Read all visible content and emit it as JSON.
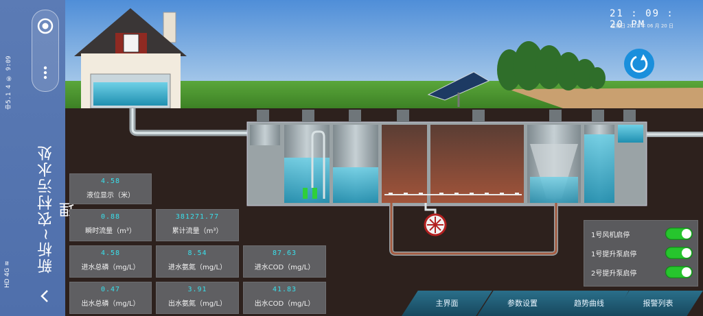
{
  "sidebar": {
    "title": "新析~农村污水处理",
    "status_text": "中5.1 4 ⑥ 9:09",
    "status_icons_text": "HD 4G ≋"
  },
  "clock": {
    "time": "21 : 09 : 20  PM",
    "date": "星期日    2021 年 06 月 20 日"
  },
  "readouts": [
    {
      "value": "4.58",
      "label": "液位显示（米）"
    },
    {
      "value": "0.88",
      "label": "瞬时流量（m³）"
    },
    {
      "value": "381271.77",
      "label": "累计流量（m³）"
    },
    {
      "value": "4.58",
      "label": "进水总磷（mg/L）"
    },
    {
      "value": "8.54",
      "label": "进水氨氮（mg/L）"
    },
    {
      "value": "87.63",
      "label": "进水COD（mg/L）"
    },
    {
      "value": "0.47",
      "label": "出水总磷（mg/L）"
    },
    {
      "value": "3.91",
      "label": "出水氨氮（mg/L）"
    },
    {
      "value": "41.83",
      "label": "出水COD（mg/L）"
    }
  ],
  "controls": [
    {
      "label": "1号风机启停",
      "on": true
    },
    {
      "label": "1号提升泵启停",
      "on": true
    },
    {
      "label": "2号提升泵启停",
      "on": true
    }
  ],
  "nav": {
    "tabs": [
      {
        "label": "主界面"
      },
      {
        "label": "参数设置"
      },
      {
        "label": "趋势曲线"
      },
      {
        "label": "报警列表"
      }
    ]
  },
  "colors": {
    "accent_value": "#39e0ec",
    "toggle_on": "#26c52d",
    "sidebar_bg": "#5577b0",
    "refresh_button": "#1a8fdc"
  },
  "icons": [
    "circle-dot-icon",
    "more-dots-icon",
    "refresh-icon",
    "chevron-down-icon",
    "fan-icon",
    "house-icon",
    "solar-panel-icon"
  ]
}
